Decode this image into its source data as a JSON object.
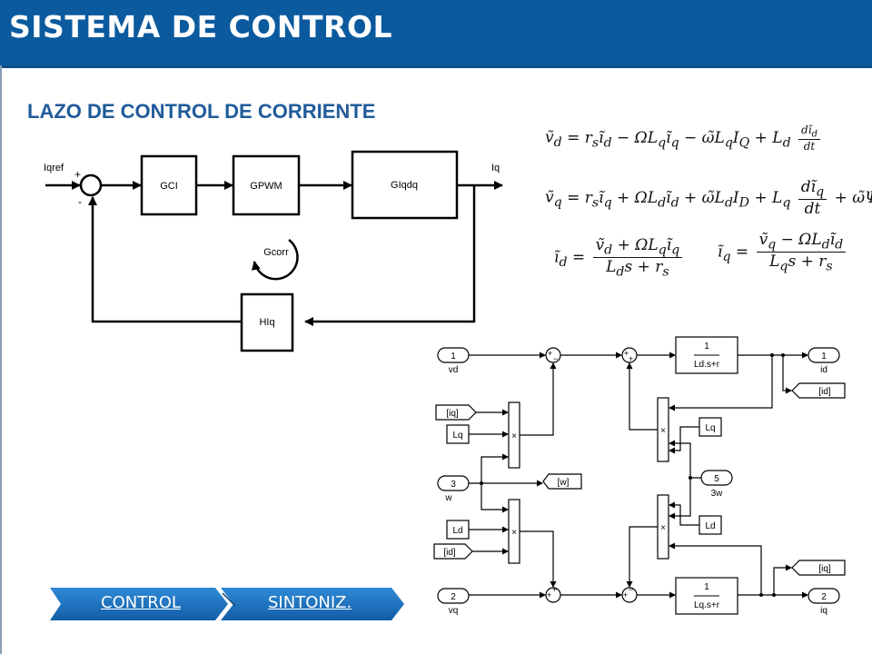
{
  "header": {
    "title": "SISTEMA DE CONTROL"
  },
  "subtitle": "LAZO DE CONTROL DE CORRIENTE",
  "block_diagram": {
    "input": "Iqref",
    "output": "Iq",
    "plus": "+",
    "minus": "-",
    "blocks": [
      "GCI",
      "GPWM",
      "GIqdq",
      "HIq"
    ],
    "loop_label": "Gcorr"
  },
  "equations": {
    "vd": {
      "lhs": "ṽ",
      "lhs_sub": "d",
      "rhs": "= r<sub>s</sub>ĩ<sub>d</sub> − ΩL<sub>q</sub>ĩ<sub>q</sub> − ω̃L<sub>q</sub>I<sub>Q</sub> + L<sub>d</sub>"
    },
    "vq": {
      "lhs": "ṽ",
      "lhs_sub": "q"
    },
    "id": {
      "lhs": "ĩ",
      "lhs_sub": "d"
    },
    "iq": {
      "lhs": "ĩ",
      "lhs_sub": "q"
    }
  },
  "simulink": {
    "inputs": [
      {
        "num": "1",
        "name": "vd"
      },
      {
        "num": "3",
        "name": "w"
      },
      {
        "num": "2",
        "name": "vq"
      },
      {
        "num": "5",
        "name": "3w"
      }
    ],
    "outputs": [
      {
        "num": "1",
        "name": "id"
      },
      {
        "num": "2",
        "name": "iq"
      }
    ],
    "goto_tags": [
      "[w]",
      "[id]",
      "[iq]"
    ],
    "from_tags": [
      "[iq]",
      "[id]"
    ],
    "constants": [
      "Lq",
      "Ld"
    ],
    "tf_numerator": "1",
    "tf_d_den": "Ld.s+r",
    "tf_q_den": "Lq.s+r",
    "product_sign": "×",
    "sum_signs": {
      "plus": "+",
      "minus": "−"
    }
  },
  "nav": {
    "control": "CONTROL",
    "sintoniz": "SINTONIZ."
  }
}
